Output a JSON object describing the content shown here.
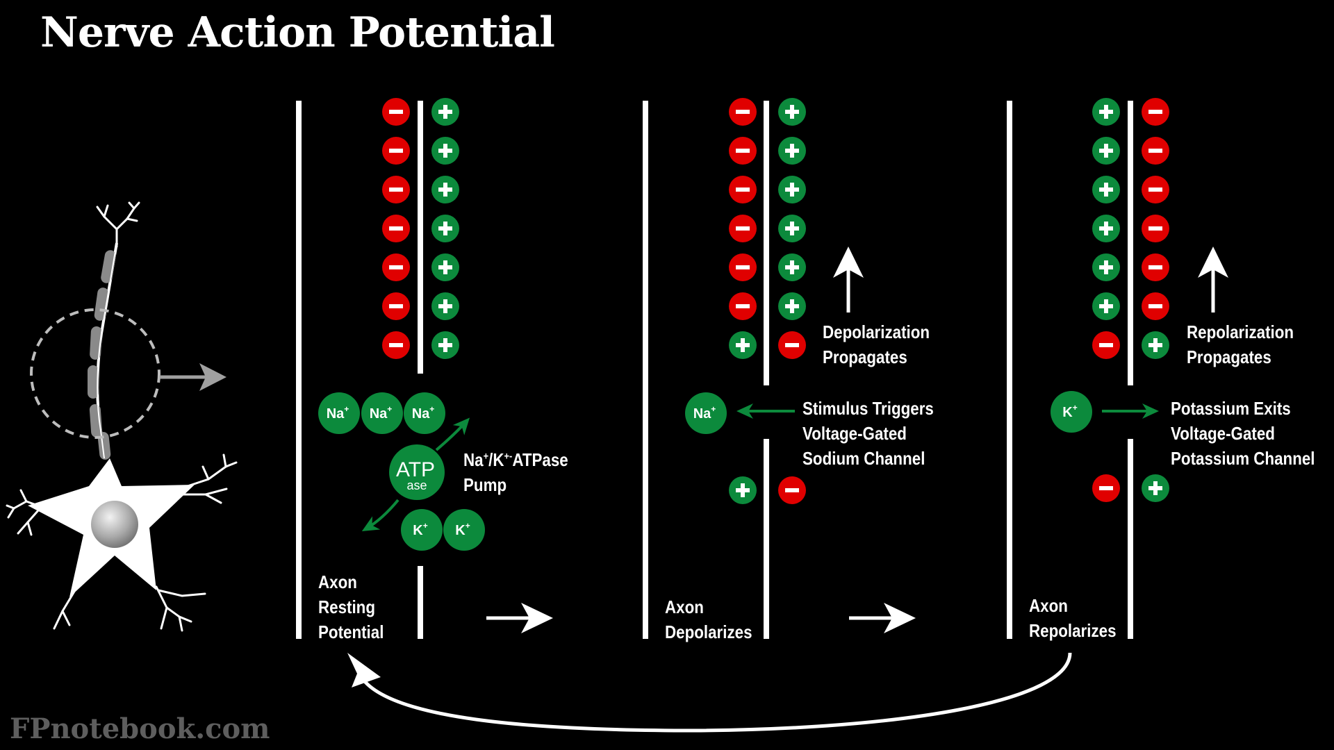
{
  "title": "Nerve Action Potential",
  "watermark": "FPnotebook.com",
  "colors": {
    "positive": "#0c8a3c",
    "negative": "#e00000",
    "ion": "#0c8a3c",
    "background": "#000000",
    "foreground": "#ffffff"
  },
  "ions": {
    "sodium": "Na",
    "potassium": "K",
    "charge_sup": "+"
  },
  "atpase": {
    "top": "ATP",
    "bottom": "ase"
  },
  "panels": {
    "resting": {
      "caption": [
        "Axon",
        "Resting",
        "Potential"
      ],
      "pump_label_line1_a": "Na",
      "pump_label_line1_b": "/K",
      "pump_label_line1_c": "ATPase",
      "pump_label_line1_sup1": "+",
      "pump_label_line1_sup2": "+-",
      "pump_label_line2": "Pump"
    },
    "depolarizes": {
      "caption": [
        "Axon",
        "Depolarizes"
      ],
      "propagation": [
        "Depolarization",
        "Propagates"
      ],
      "channel": [
        "Stimulus Triggers",
        "Voltage-Gated",
        "Sodium Channel"
      ]
    },
    "repolarizes": {
      "caption": [
        "Axon",
        "Repolarizes"
      ],
      "propagation": [
        "Repolarization",
        "Propagates"
      ],
      "channel": [
        "Potassium Exits",
        "Voltage-Gated",
        "Potassium Channel"
      ]
    }
  }
}
